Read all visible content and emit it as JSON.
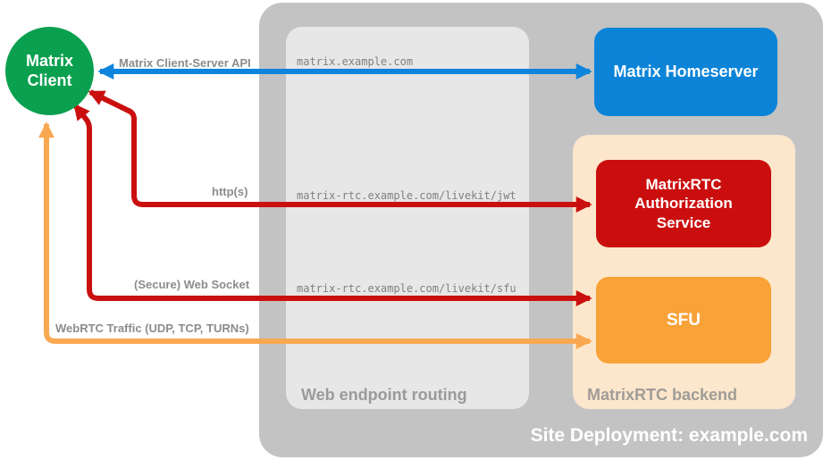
{
  "client": {
    "label": "Matrix Client"
  },
  "homeserver": {
    "label": "Matrix Homeserver"
  },
  "auth_service": {
    "label": "MatrixRTC Authorization Service"
  },
  "sfu": {
    "label": "SFU"
  },
  "routing": {
    "title": "Web endpoint routing",
    "endpoints": [
      "matrix.example.com",
      "matrix-rtc.example.com/livekit/jwt",
      "matrix-rtc.example.com/livekit/sfu"
    ]
  },
  "backend": {
    "title": "MatrixRTC backend"
  },
  "deployment": {
    "title": "Site Deployment: example.com"
  },
  "connections": [
    {
      "label": "Matrix Client-Server API",
      "color": "#0d85dc",
      "from": "Matrix Client",
      "to": "Matrix Homeserver"
    },
    {
      "label": "http(s)",
      "color": "#c9100f",
      "from": "Matrix Client",
      "to": "MatrixRTC Authorization Service"
    },
    {
      "label": "(Secure) Web Socket",
      "color": "#c9100f",
      "from": "Matrix Client",
      "to": "SFU"
    },
    {
      "label": "WebRTC Traffic (UDP, TCP, TURNs)",
      "color": "#f9a851",
      "from": "Matrix Client",
      "to": "SFU"
    }
  ],
  "colors": {
    "client_green": "#0aa04f",
    "homeserver_blue": "#0b84d8",
    "auth_red": "#ca0e0e",
    "sfu_orange": "#f8a238",
    "backend_peach": "#fce7cc",
    "site_gray": "#c3c3c3",
    "routing_gray": "#e7e7e7"
  }
}
